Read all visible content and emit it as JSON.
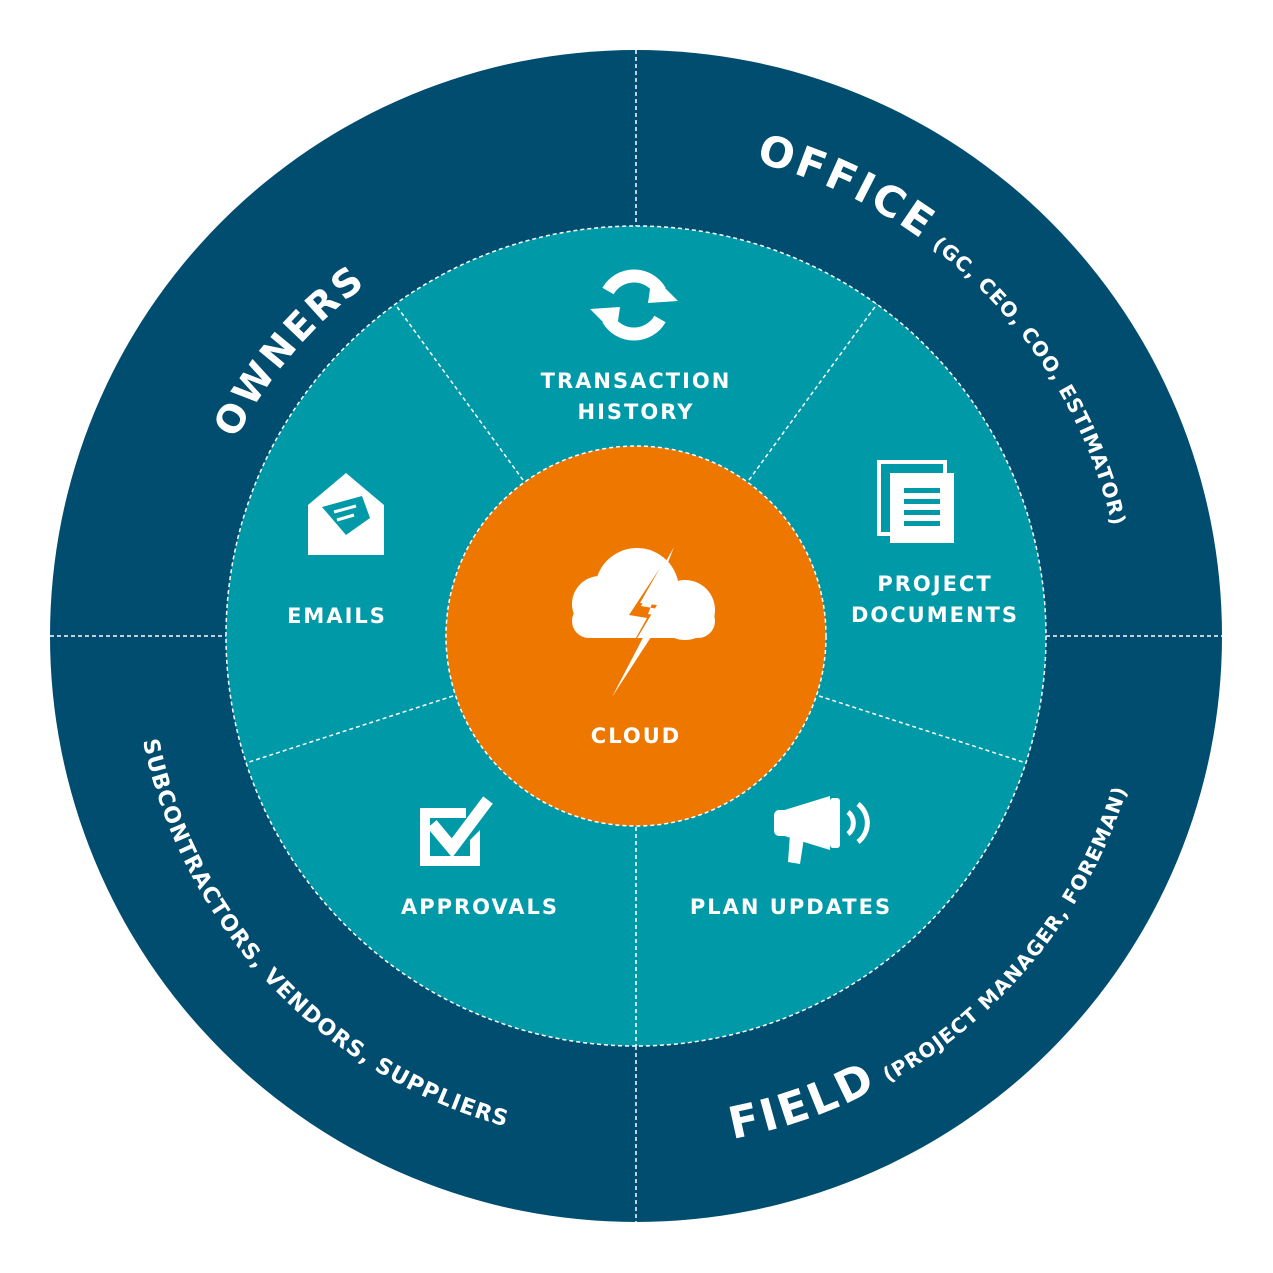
{
  "colors": {
    "outer_ring": "#004d70",
    "middle_ring": "#0099a8",
    "core": "#ee7700",
    "text": "#ffffff"
  },
  "outer_ring": {
    "owners": "OWNERS",
    "office": "OFFICE",
    "office_detail": "(GC, CEO, COO, ESTIMATOR)",
    "field": "FIELD",
    "field_detail": "(PROJECT MANAGER, FOREMAN)",
    "subcontractors": "SUBCONTRACTORS, VENDORS, SUPPLIERS"
  },
  "segments": {
    "transaction_history": {
      "line1": "TRANSACTION",
      "line2": "HISTORY",
      "icon": "refresh-icon"
    },
    "project_documents": {
      "line1": "PROJECT",
      "line2": "DOCUMENTS",
      "icon": "documents-icon"
    },
    "plan_updates": {
      "label": "PLAN UPDATES",
      "icon": "megaphone-icon"
    },
    "approvals": {
      "label": "APPROVALS",
      "icon": "checkbox-icon"
    },
    "emails": {
      "label": "EMAILS",
      "icon": "envelope-icon"
    }
  },
  "core": {
    "label": "CLOUD",
    "icon": "cloud-lightning-icon"
  }
}
